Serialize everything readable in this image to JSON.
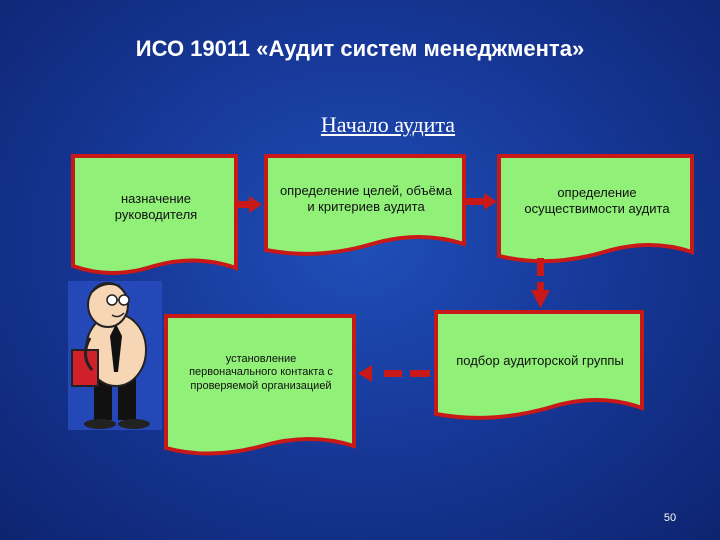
{
  "slide": {
    "title": "ИСО 19011 «Аудит систем менеджмента»",
    "subtitle": "Начало аудита",
    "page_number": "50"
  },
  "boxes": [
    {
      "id": "assign-leader",
      "label": "назначение руководителя"
    },
    {
      "id": "define-objectives",
      "label": "определение целей, объёма и критериев аудита"
    },
    {
      "id": "feasibility",
      "label": "определение осуществимости аудита"
    },
    {
      "id": "select-team",
      "label": "подбор аудиторской группы"
    },
    {
      "id": "initial-contact",
      "label": "установление первоначального контакта с проверяемой организацией"
    }
  ],
  "colors": {
    "box_fill": "#90f078",
    "box_border": "#c81818",
    "arrow": "#c81818",
    "background": "#17399a"
  },
  "icons": [
    "auditor-cartoon-icon"
  ]
}
